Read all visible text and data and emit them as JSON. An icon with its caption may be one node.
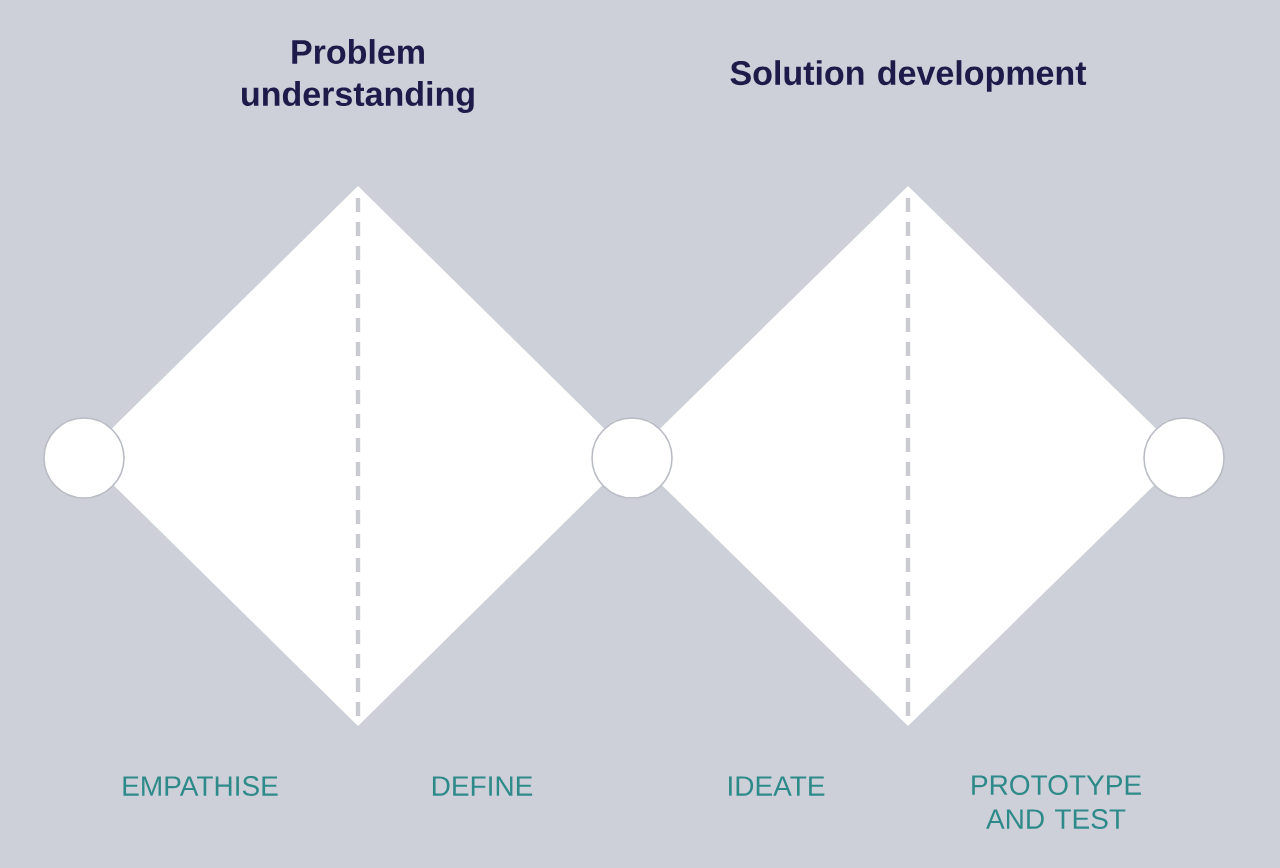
{
  "diagram": {
    "nodes": [
      {
        "text": [
          "Problem understanding"
        ]
      },
      {
        "text": [
          "Solution development"
        ]
      },
      {
        "text": [],
        "shape": "circle"
      },
      {
        "text": [],
        "shape": "circle"
      },
      {
        "text": [],
        "shape": "circle"
      }
    ],
    "edges": [],
    "labels": [
      "EMPATHISE",
      "DEFINE",
      "IDEATE",
      "PROTOTYPE AND TEST"
    ]
  }
}
